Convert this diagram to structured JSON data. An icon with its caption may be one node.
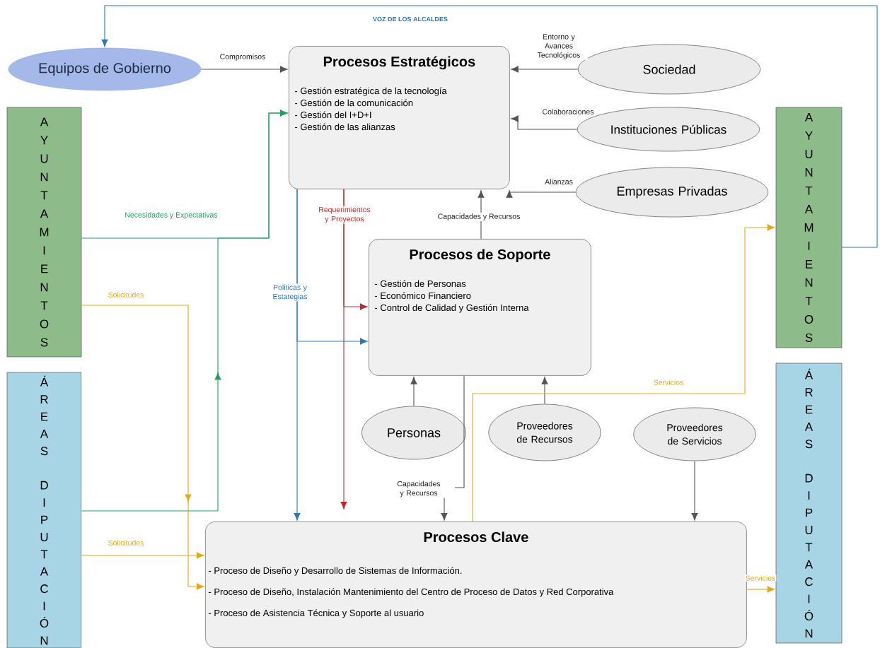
{
  "diagram": {
    "nodes": [
      {
        "text": [
          "Equipos de Gobierno"
        ]
      },
      {
        "text": [
          "Procesos Estratégicos",
          "- Gestión estratégica de la tecnología",
          "- Gestión de la comunicación",
          "- Gestión del I+D+I",
          "- Gestión de las alianzas"
        ]
      },
      {
        "text": [
          "Sociedad"
        ]
      },
      {
        "text": [
          "Instituciones Públicas"
        ]
      },
      {
        "text": [
          "Empresas Privadas"
        ]
      },
      {
        "text": [
          "A Y U N T A M I E N T O S"
        ]
      },
      {
        "text": [
          "Á R E A S",
          "D I P U T A C I Ó N"
        ]
      },
      {
        "text": [
          "A Y U N T A M I E N T O S"
        ]
      },
      {
        "text": [
          "Á R E A S",
          "D I P U T A C I Ó N"
        ]
      },
      {
        "text": [
          "Procesos de Soporte",
          "- Gestión de Personas",
          "- Económico Financiero",
          "- Control de Calidad y Gestión Interna"
        ]
      },
      {
        "text": [
          "Personas"
        ]
      },
      {
        "text": [
          "Proveedores de Recursos"
        ]
      },
      {
        "text": [
          "Proveedores de Servicios"
        ]
      },
      {
        "text": [
          "Procesos Clave",
          "- Proceso de Diseño y Desarrollo de Sistemas de Información.",
          "- Proceso de Diseño, Instalación  Mantenimiento del Centro de Proceso de Datos y Red Corporativa",
          "- Proceso de Asistencia Técnica y Soporte al usuario"
        ]
      }
    ],
    "edges": [
      {
        "from": 7,
        "to": 0,
        "arrow": "to",
        "label": "VOZ DE LOS ALCALDES",
        "color": "#2a78b6"
      },
      {
        "from": 0,
        "to": 1,
        "arrow": "to",
        "label": "Compromisos"
      },
      {
        "from": 2,
        "to": 1,
        "arrow": "to",
        "label": "Entorno y Avances Tecnológicos"
      },
      {
        "from": 3,
        "to": 1,
        "arrow": "to",
        "label": "Colaboraciones"
      },
      {
        "from": 4,
        "to": 1,
        "arrow": "to",
        "label": "Alianzas"
      },
      {
        "from": 9,
        "to": 1,
        "arrow": "to",
        "label": "Capacidades y Recursos"
      },
      {
        "from": 5,
        "to": 1,
        "arrow": "to",
        "label": "Necesidades y Expectativas",
        "color": "#22a060"
      },
      {
        "from": 6,
        "to": 1,
        "arrow": "to",
        "color": "#22a060"
      },
      {
        "from": 5,
        "to": 13,
        "arrow": "to",
        "label": "Solicitudes",
        "color": "#e6a817"
      },
      {
        "from": 6,
        "to": 13,
        "arrow": "to",
        "label": "Solicitudes",
        "color": "#e6a817"
      },
      {
        "from": 1,
        "to": 13,
        "arrow": "to",
        "label": "Politicas y Estategias",
        "color": "#2a78b6"
      },
      {
        "from": 1,
        "to": 9,
        "arrow": "to",
        "color": "#2a78b6"
      },
      {
        "from": 1,
        "to": 13,
        "arrow": "to",
        "label": "Requerimientos y Proyectos",
        "color": "#c0282c"
      },
      {
        "from": 1,
        "to": 9,
        "arrow": "to",
        "color": "#c0282c"
      },
      {
        "from": 10,
        "to": 9,
        "arrow": "to"
      },
      {
        "from": 11,
        "to": 9,
        "arrow": "to"
      },
      {
        "from": 9,
        "to": 13,
        "arrow": "to",
        "label": "Capacidades y Recursos"
      },
      {
        "from": 12,
        "to": 13,
        "arrow": "to"
      },
      {
        "from": 13,
        "to": 7,
        "arrow": "to",
        "label": "Servicios",
        "color": "#e6a817"
      },
      {
        "from": 13,
        "to": 8,
        "arrow": "to",
        "label": "Servicios",
        "color": "#e6a817"
      }
    ]
  }
}
